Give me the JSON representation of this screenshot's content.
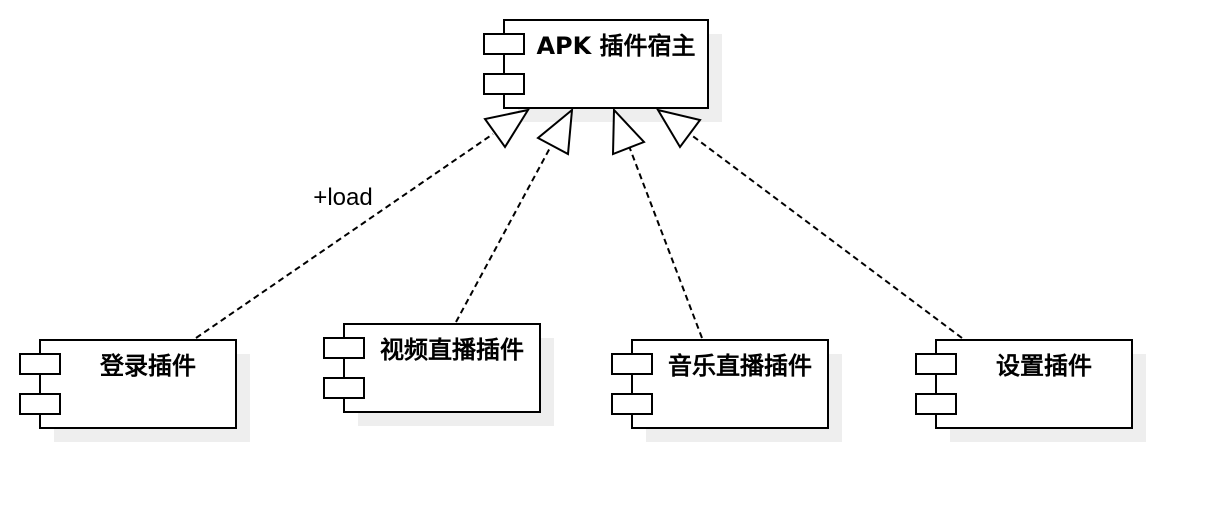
{
  "host": {
    "title": "APK 插件宿主"
  },
  "plugins": [
    {
      "title": "登录插件"
    },
    {
      "title": "视频直播插件"
    },
    {
      "title": "音乐直播插件"
    },
    {
      "title": "设置插件"
    }
  ],
  "edges": [
    {
      "from": "登录插件",
      "to": "APK 插件宿主",
      "label": "+load",
      "style": "dashed",
      "arrow": "hollow-triangle"
    },
    {
      "from": "视频直播插件",
      "to": "APK 插件宿主",
      "label": "",
      "style": "dashed",
      "arrow": "hollow-triangle"
    },
    {
      "from": "音乐直播插件",
      "to": "APK 插件宿主",
      "label": "",
      "style": "dashed",
      "arrow": "hollow-triangle"
    },
    {
      "from": "设置插件",
      "to": "APK 插件宿主",
      "label": "",
      "style": "dashed",
      "arrow": "hollow-triangle"
    }
  ],
  "colors": {
    "stroke": "#000000",
    "shadow": "#eeeeee",
    "fill": "#ffffff"
  }
}
